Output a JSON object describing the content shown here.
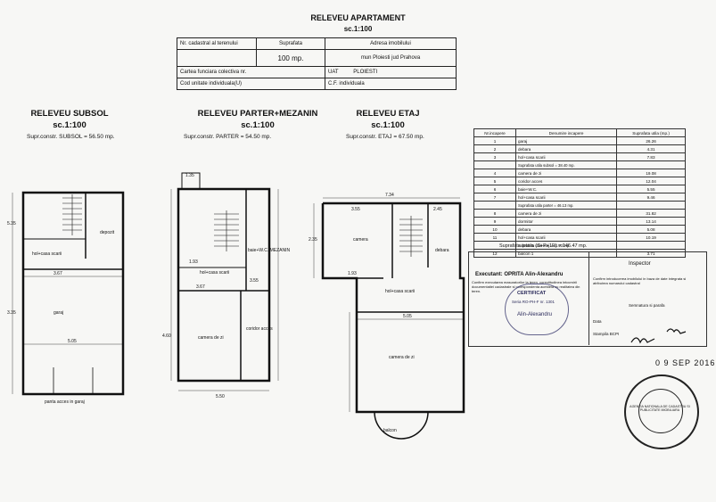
{
  "header": {
    "title": "RELEVEU APARTAMENT",
    "scale": "sc.1:100"
  },
  "info_table": {
    "col_cadastral": "Nr. cadastral al terenului",
    "col_suprafata": "Suprafata",
    "col_adresa": "Adresa imobilului",
    "suprafata_value": "100",
    "suprafata_unit": "mp.",
    "adresa_value": "mun Ploiesti jud Prahova",
    "carte_funciara": "Cartea funciara colectiva nr.",
    "cod_unitate": "Cod unitate individuala(U)",
    "uat_label": "UAT",
    "uat_value": "PLOIESTI",
    "cf_label": "C.F. individuala"
  },
  "sections": {
    "subsol": {
      "title": "RELEVEU SUBSOL",
      "scale": "sc.1:100",
      "area": "Supr.constr. SUBSOL = 56.50 mp."
    },
    "parter": {
      "title": "RELEVEU PARTER+MEZANIN",
      "scale": "sc.1:100",
      "area": "Supr.constr. PARTER = 54.50 mp."
    },
    "etaj": {
      "title": "RELEVEU ETAJ",
      "scale": "sc.1:100",
      "area": "Supr.constr. ETAJ = 67.50 mp."
    }
  },
  "plan_labels": {
    "subsol": [
      "depozit",
      "hol+casa scarii",
      "garaj",
      "panta acces in garaj"
    ],
    "parter": [
      "hol+casa scarii",
      "baie+W.C. MEZANIN",
      "camera de zi",
      "coridor acces"
    ],
    "etaj": [
      "camera",
      "debara",
      "hol+casa scarii",
      "camera de zi",
      "balcon"
    ]
  },
  "dimensions": {
    "subsol": [
      "3.67",
      "5.05",
      "3.35",
      "5.35"
    ],
    "parter": [
      "1.35",
      "4.60",
      "1.93",
      "3.67",
      "5.50",
      "3.55"
    ],
    "etaj": [
      "7.34",
      "3.55",
      "2.45",
      "1.93",
      "5.05",
      "2.35"
    ]
  },
  "area_table": {
    "headers": [
      "Nr.incapere",
      "Denumire incapere",
      "Suprafata utila (mp.)"
    ],
    "rows": [
      [
        "1",
        "garaj",
        "26.26"
      ],
      [
        "2",
        "debara",
        "4.31"
      ],
      [
        "3",
        "hol+casa scarii",
        "7.83"
      ],
      [
        "",
        "Suprafata utila subsol = 38.40 mp.",
        ""
      ],
      [
        "4",
        "camera de zi",
        "19.08"
      ],
      [
        "5",
        "coridor acces",
        "12.04"
      ],
      [
        "6",
        "baie+W.C.",
        "5.55"
      ],
      [
        "7",
        "hol+casa scarii",
        "9.46"
      ],
      [
        "",
        "Suprafata utila parter = 46.13 mp.",
        ""
      ],
      [
        "8",
        "camera de zi",
        "31.82"
      ],
      [
        "9",
        "dormitor",
        "13.14"
      ],
      [
        "10",
        "debara",
        "5.08"
      ],
      [
        "11",
        "hol+casa scarii",
        "10.19"
      ],
      [
        "",
        "Suprafata utila etaj = 61.23 mp.",
        ""
      ],
      [
        "12",
        "balcon 1",
        "3.71"
      ]
    ],
    "total": "Suprafata totala (S+P+1E) = 146.47 mp."
  },
  "stamp": {
    "executant": "Executant: OPRITA Alin-Alexandru",
    "confirm_text": "Confirm executarea masuratorilor la teren, corectitudinea intocmirii documentatiei cadastrale si corespondenta acesteia cu realitatea din teren.",
    "inspector": "Inspector",
    "inspector_text": "Confirm introducerea imobilului in baza de date integrata si atribuirea numarului cadastral",
    "semnatura": "Semnatura si parafa",
    "data": "Data",
    "stampila": "Stampila BCPI",
    "certificat": "CERTIFICAT",
    "seria": "Seria RO-PH-F nr. 1301",
    "name_short": "Alin-Alexandru",
    "date_stamp": "0 9 SEP 2016",
    "seal_text": "AGENTIA NATIONALA DE CADASTRU SI PUBLICITATE IMOBILIARA"
  }
}
